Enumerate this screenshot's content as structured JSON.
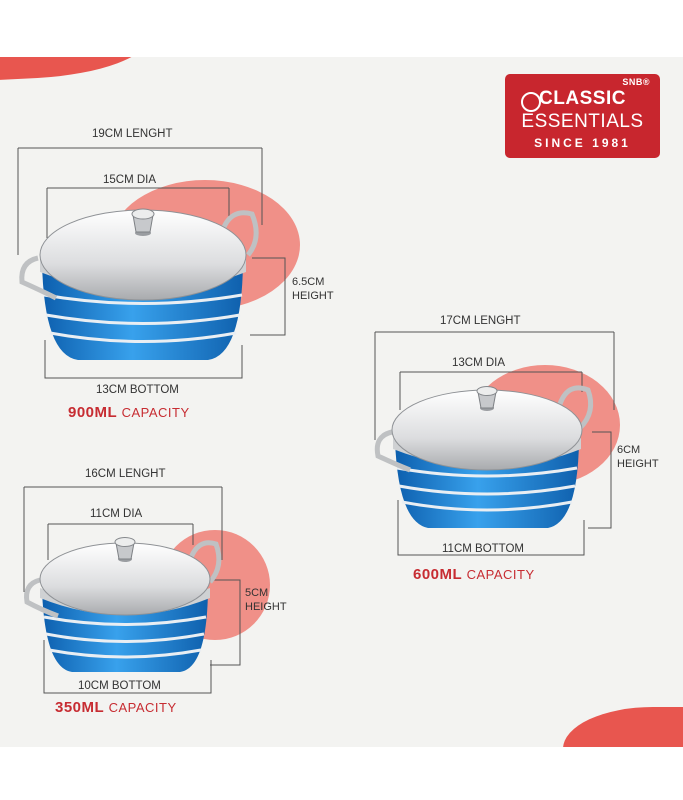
{
  "brand": {
    "tag": "SNB®",
    "line1": "CLASSIC",
    "line2": "ESSENTIALS",
    "line3": "SINCE 1981"
  },
  "pot_large": {
    "length": "19CM LENGHT",
    "dia": "15CM DIA",
    "height_value": "6.5CM",
    "height_label": "HEIGHT",
    "bottom": "13CM BOTTOM",
    "capacity": "900ML",
    "capacity_label": "CAPACITY"
  },
  "pot_medium": {
    "length": "17CM LENGHT",
    "dia": "13CM DIA",
    "height_value": "6CM",
    "height_label": "HEIGHT",
    "bottom": "11CM BOTTOM",
    "capacity": "600ML",
    "capacity_label": "CAPACITY"
  },
  "pot_small": {
    "length": "16CM LENGHT",
    "dia": "11CM DIA",
    "height_value": "5CM",
    "height_label": "HEIGHT",
    "bottom": "10CM BOTTOM",
    "capacity": "350ML",
    "capacity_label": "CAPACITY"
  },
  "colors": {
    "accent": "#c72c32",
    "pot_blue": "#1d7fd4",
    "lid_steel": "#d9dadb"
  }
}
